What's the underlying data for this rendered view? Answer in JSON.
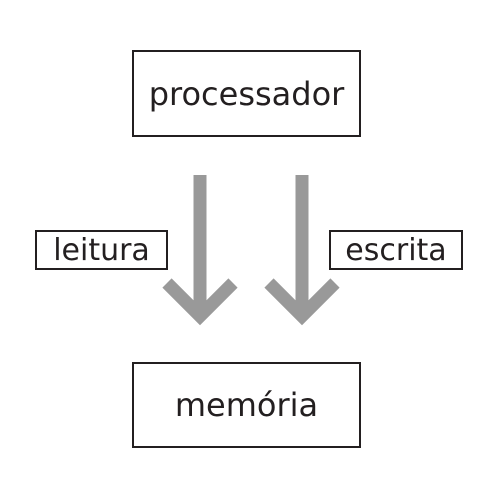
{
  "diagram": {
    "processor_label": "processador",
    "memory_label": "memória",
    "read_label": "leitura",
    "write_label": "escrita"
  },
  "colors": {
    "arrow": "#999999",
    "box_border": "#231f20",
    "text": "#231f20",
    "background": "#ffffff"
  }
}
